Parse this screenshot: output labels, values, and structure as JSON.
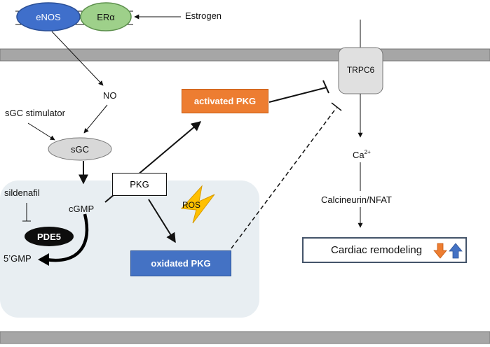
{
  "nodes": {
    "enos": "eNOS",
    "era": "ERα",
    "estrogen": "Estrogen",
    "no": "NO",
    "sgc_stimulator": "sGC stimulator",
    "sgc": "sGC",
    "sildenafil": "sildenafil",
    "cgmp": "cGMP",
    "pde5": "PDE5",
    "gmp5": "5’GMP",
    "pkg": "PKG",
    "ros": "ROS",
    "activated_pkg": "activated PKG",
    "oxidated_pkg": "oxidated PKG",
    "trpc6": "TRPC6",
    "ca_base": "Ca",
    "ca_sup": "2+",
    "calcineurin": "Calcineurin/NFAT",
    "cardiac": "Cardiac remodeling"
  },
  "colors": {
    "membrane": "#a6a6a6",
    "enos_fill": "#3f6fcb",
    "era_fill": "#9ed08a",
    "sgc_fill": "#d8d8d8",
    "activated_pkg_fill": "#ed7d31",
    "oxidated_pkg_fill": "#4472c4",
    "ros_fill": "#ffc000",
    "cytosol_panel": "#e8eef2",
    "trpc6_fill": "#e0e0e0",
    "cardiac_border": "#44546a",
    "arrow_down": "#ed7d31",
    "arrow_up": "#4472c4"
  }
}
